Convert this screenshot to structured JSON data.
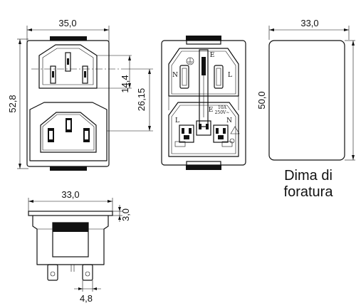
{
  "dimensions": {
    "front_width": "35,0",
    "front_height": "52,8",
    "inlet_height": "14,4",
    "inlet_offset": "26,15",
    "side_width": "33,0",
    "side_flange": "3,0",
    "pin_pitch": "4,8",
    "cutout_width": "33,0",
    "cutout_height": "50,0"
  },
  "cutout_caption": {
    "line1": "Dima di",
    "line2": "foratura"
  },
  "rear_markings": {
    "earth_top": "E",
    "neutral_top": "N",
    "line_top": "L",
    "earth_mid": "E",
    "line_bottom": "L",
    "neutral_bottom": "N",
    "rating_line1": "10A",
    "rating_line2": "250V~"
  }
}
